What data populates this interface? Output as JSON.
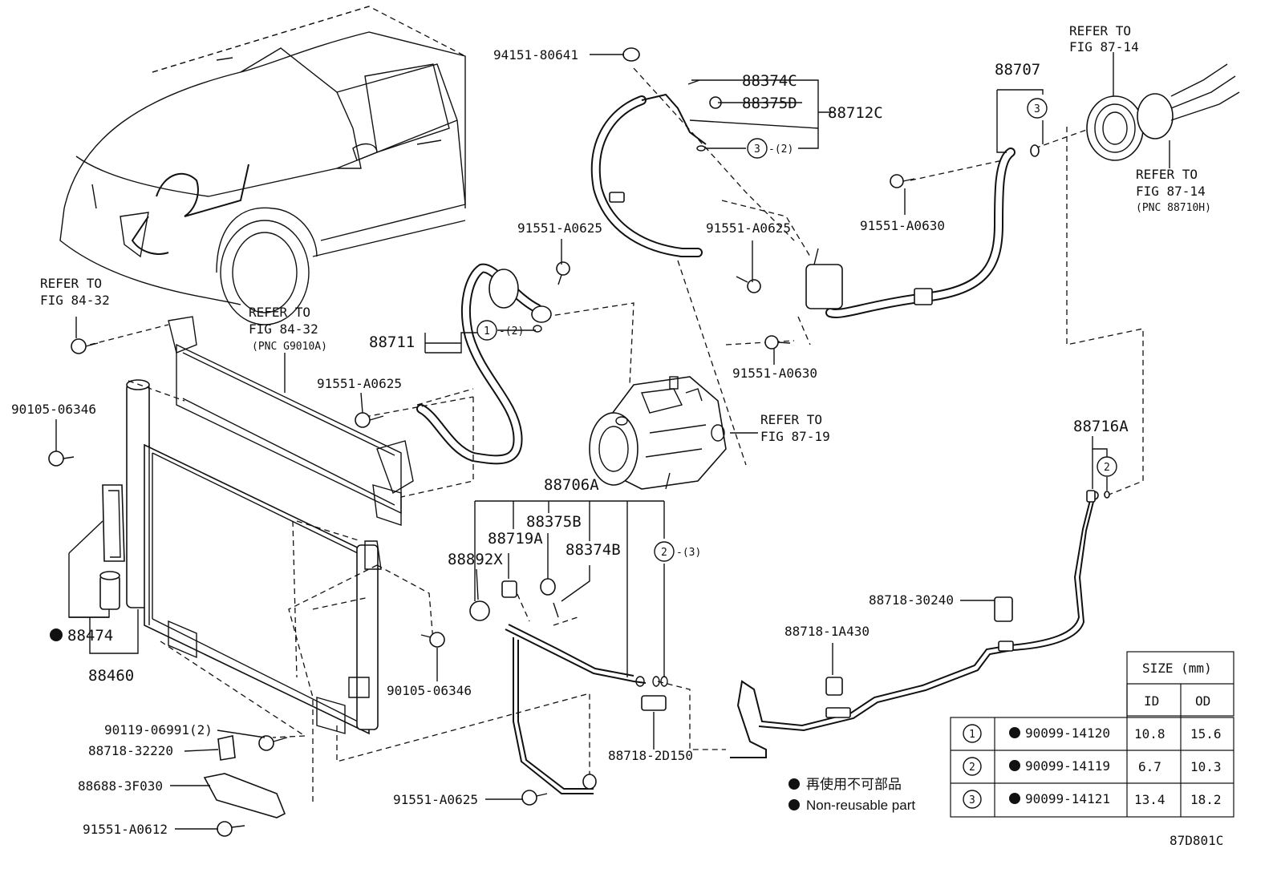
{
  "labels": {
    "p94151": "94151-80641",
    "p88374C": "88374C",
    "p88375D": "88375D",
    "p88712C": "88712C",
    "circ3a": "3",
    "qty3a": "-(2)",
    "p88707": "88707",
    "circ3b": "3",
    "refer1787a": "REFER TO",
    "fig8714a": "FIG 87-14",
    "refer1787b": "REFER TO",
    "fig8714b": "FIG 87-14",
    "pnc88710h": "(PNC 88710H)",
    "p91551_a0630a": "91551-A0630",
    "p91551_a0625a": "91551-A0625",
    "p91551_a0625b": "91551-A0625",
    "refer8432a": "REFER TO",
    "fig8432a": "FIG 84-32",
    "refer8432b": "REFER TO",
    "fig8432b": "FIG 84-32",
    "pncg9010a": "(PNC G9010A)",
    "p88711": "88711",
    "circ1": "1",
    "qty1": "-(2)",
    "p91551_a0630b": "91551-A0630",
    "p90105_a": "90105-06346",
    "p91551_a0625c": "91551-A0625",
    "refer8719": "REFER TO",
    "fig8719": "FIG 87-19",
    "p88716A": "88716A",
    "circ2a": "2",
    "p88706A": "88706A",
    "p88375B": "88375B",
    "p88719A": "88719A",
    "p88374B": "88374B",
    "p88892X": "88892X",
    "circ2b": "2",
    "qty2b": "-(3)",
    "p88474": "88474",
    "p88460": "88460",
    "p90105_b": "90105-06346",
    "p88718_30240": "88718-30240",
    "p88718_1a430": "88718-1A430",
    "p90119": "90119-06991(2)",
    "p88718_32220": "88718-32220",
    "p88718_2d150": "88718-2D150",
    "p88688": "88688-3F030",
    "p91551_a0625d": "91551-A0625",
    "p91551_a0612": "91551-A0612",
    "legend_jp": "再使用不可部品",
    "legend_en": "Non-reusable part",
    "figure_code": "87D801C"
  },
  "table": {
    "header_size": "SIZE (mm)",
    "header_id": "ID",
    "header_od": "OD",
    "rows": [
      {
        "num": "1",
        "part": "90099-14120",
        "id": "10.8",
        "od": "15.6"
      },
      {
        "num": "2",
        "part": "90099-14119",
        "id": "6.7",
        "od": "10.3"
      },
      {
        "num": "3",
        "part": "90099-14121",
        "id": "13.4",
        "od": "18.2"
      }
    ]
  }
}
